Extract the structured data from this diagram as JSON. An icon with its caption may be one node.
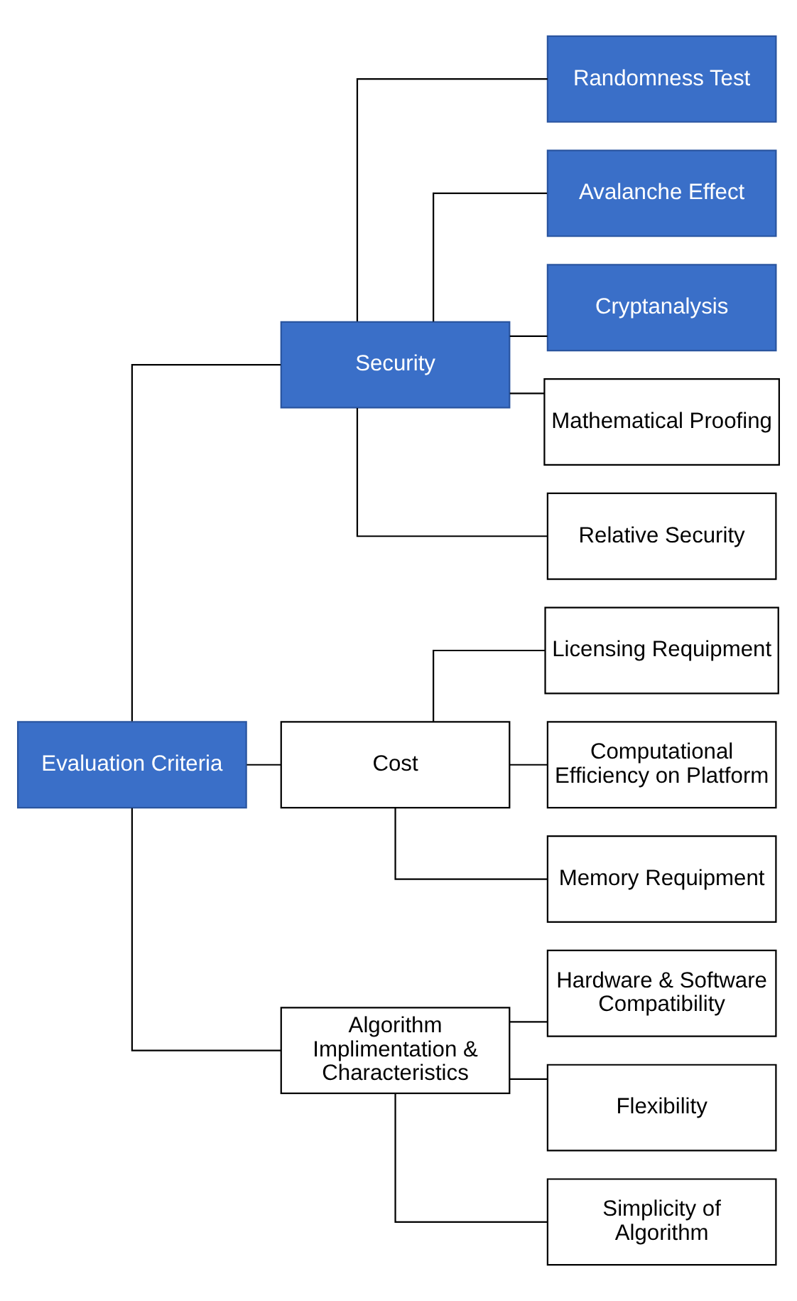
{
  "diagram": {
    "nodes": [
      {
        "text": [
          "Evaluation Criteria"
        ]
      },
      {
        "text": [
          "Security"
        ]
      },
      {
        "text": [
          "Cost"
        ]
      },
      {
        "text": [
          "Algorithm Implimentation & Characteristics"
        ]
      },
      {
        "text": [
          "Randomness Test"
        ]
      },
      {
        "text": [
          "Avalanche Effect"
        ]
      },
      {
        "text": [
          "Cryptanalysis"
        ]
      },
      {
        "text": [
          "Mathematical Proofing"
        ]
      },
      {
        "text": [
          "Relative Security"
        ]
      },
      {
        "text": [
          "Licensing Requipment"
        ]
      },
      {
        "text": [
          "Computational Efficiency on Platform"
        ]
      },
      {
        "text": [
          "Memory Requipment"
        ]
      },
      {
        "text": [
          "Hardware & Software Compatibility"
        ]
      },
      {
        "text": [
          "Flexibility"
        ]
      },
      {
        "text": [
          "Simplicity of Algorithm"
        ]
      }
    ],
    "edges": [
      {
        "from": 0,
        "to": 1,
        "arrow": "none"
      },
      {
        "from": 0,
        "to": 2,
        "arrow": "none"
      },
      {
        "from": 0,
        "to": 3,
        "arrow": "none"
      },
      {
        "from": 1,
        "to": 4,
        "arrow": "none"
      },
      {
        "from": 1,
        "to": 5,
        "arrow": "none"
      },
      {
        "from": 1,
        "to": 6,
        "arrow": "none"
      },
      {
        "from": 1,
        "to": 7,
        "arrow": "none"
      },
      {
        "from": 1,
        "to": 8,
        "arrow": "none"
      },
      {
        "from": 2,
        "to": 9,
        "arrow": "none"
      },
      {
        "from": 2,
        "to": 10,
        "arrow": "none"
      },
      {
        "from": 2,
        "to": 11,
        "arrow": "none"
      },
      {
        "from": 3,
        "to": 12,
        "arrow": "none"
      },
      {
        "from": 3,
        "to": 13,
        "arrow": "none"
      },
      {
        "from": 3,
        "to": 14,
        "arrow": "none"
      }
    ]
  }
}
